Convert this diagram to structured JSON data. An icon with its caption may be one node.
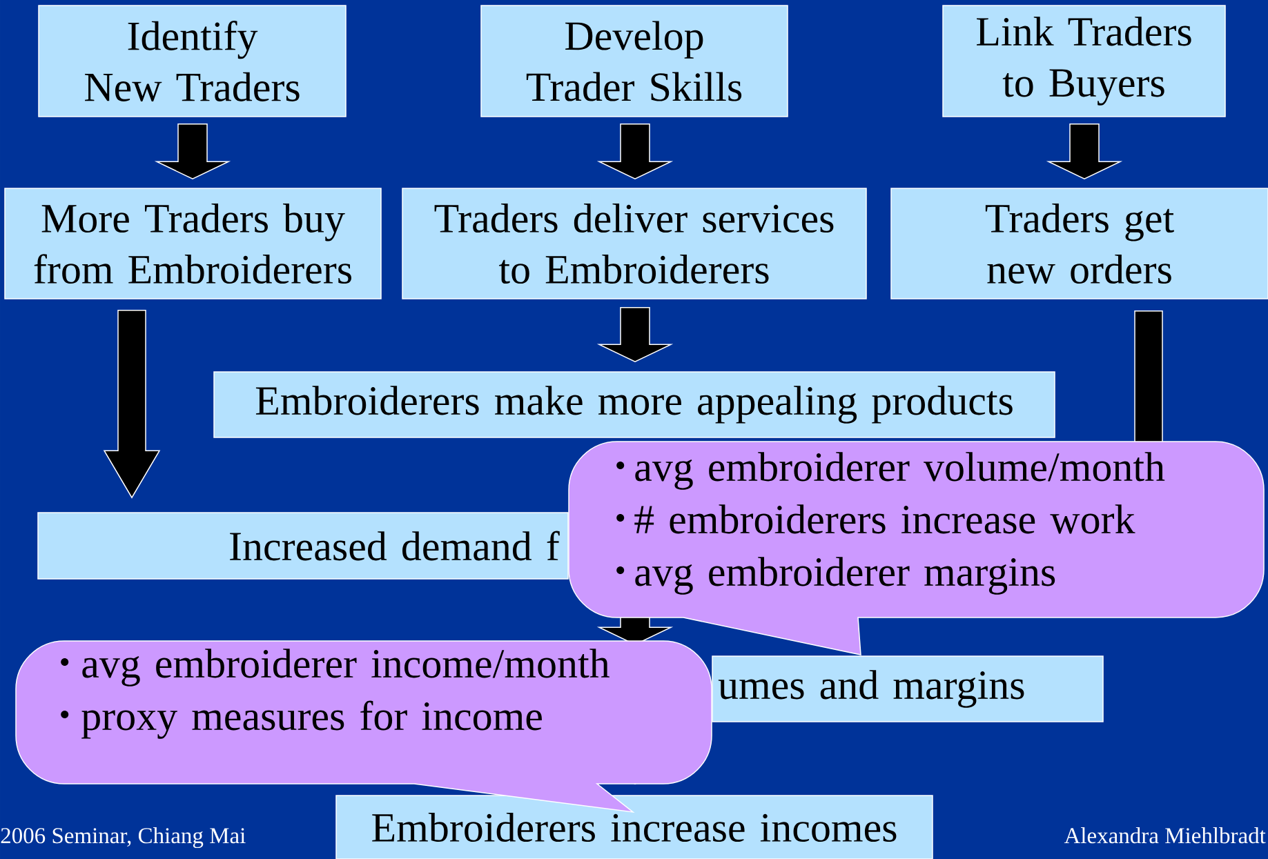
{
  "diagram": {
    "nodes": [
      {
        "text": [
          "Identify New Traders"
        ]
      },
      {
        "text": [
          "Develop Trader Skills"
        ]
      },
      {
        "text": [
          "Link Traders to Buyers"
        ]
      },
      {
        "text": [
          "More Traders buy from Embroiderers"
        ]
      },
      {
        "text": [
          "Traders deliver services to Embroiderers"
        ]
      },
      {
        "text": [
          "Traders get new orders"
        ]
      },
      {
        "text": [
          "Embroiderers make more appealing products"
        ]
      },
      {
        "text": [
          "Increased demand f"
        ]
      },
      {
        "text": [
          "avg embroiderer volume/month",
          "# embroiderers increase work",
          "avg embroiderer margins"
        ]
      },
      {
        "text": [
          "umes and margins"
        ]
      },
      {
        "text": [
          "avg embroiderer income/month",
          "proxy measures for income"
        ]
      },
      {
        "text": [
          "Embroiderers increase incomes"
        ]
      }
    ],
    "edges": [
      {
        "from": 0,
        "to": 3,
        "arrow": "to"
      },
      {
        "from": 1,
        "to": 4,
        "arrow": "to"
      },
      {
        "from": 2,
        "to": 5,
        "arrow": "to"
      },
      {
        "from": 4,
        "to": 6,
        "arrow": "to"
      },
      {
        "from": 3,
        "to": 7,
        "arrow": "to"
      },
      {
        "from": 5,
        "to": null,
        "arrow": "none"
      },
      {
        "from": 7,
        "to": 9,
        "arrow": "to"
      },
      {
        "from": 9,
        "to": 11,
        "arrow": "to"
      }
    ],
    "labels": [
      "2006 Seminar, Chiang Mai",
      "Alexandra Miehlbradt"
    ]
  }
}
